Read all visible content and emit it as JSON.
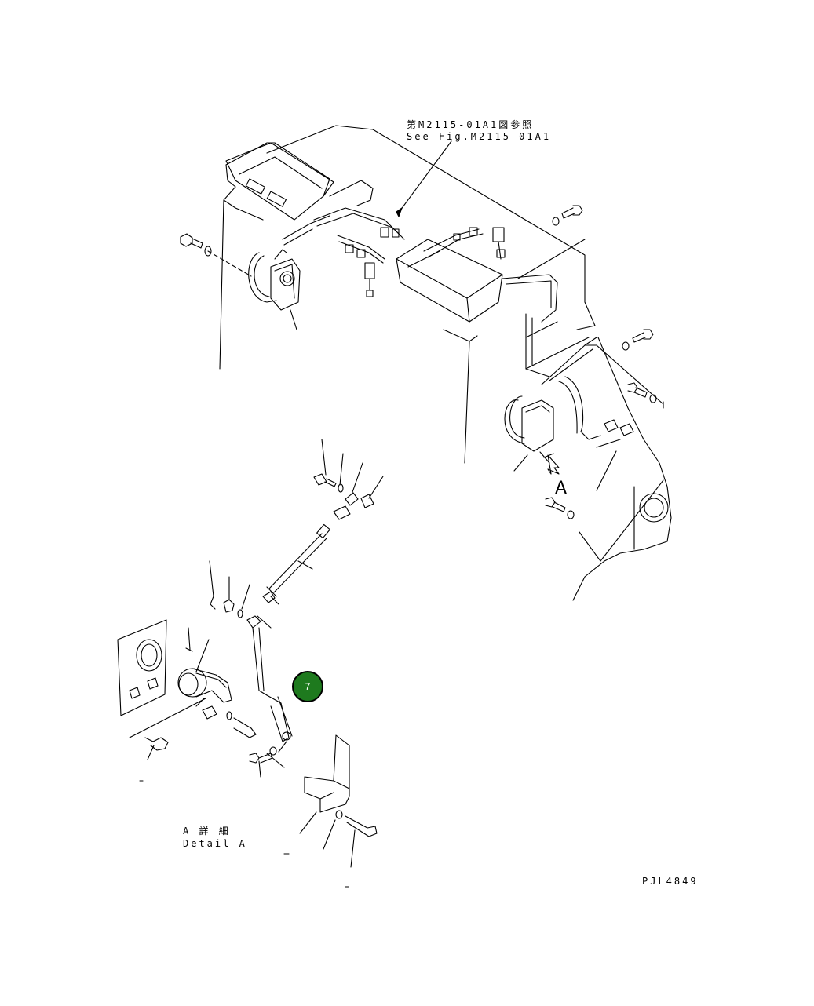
{
  "labels": {
    "ref_jp": "第M2115-01A1図参照",
    "ref_en": "See Fig.M2115-01A1",
    "view_marker": "A",
    "detail_jp": "A 詳 細",
    "detail_en": "Detail A",
    "drawing_number": "PJL4849"
  },
  "callout": {
    "number": "7",
    "color": "#1e7a1e"
  }
}
